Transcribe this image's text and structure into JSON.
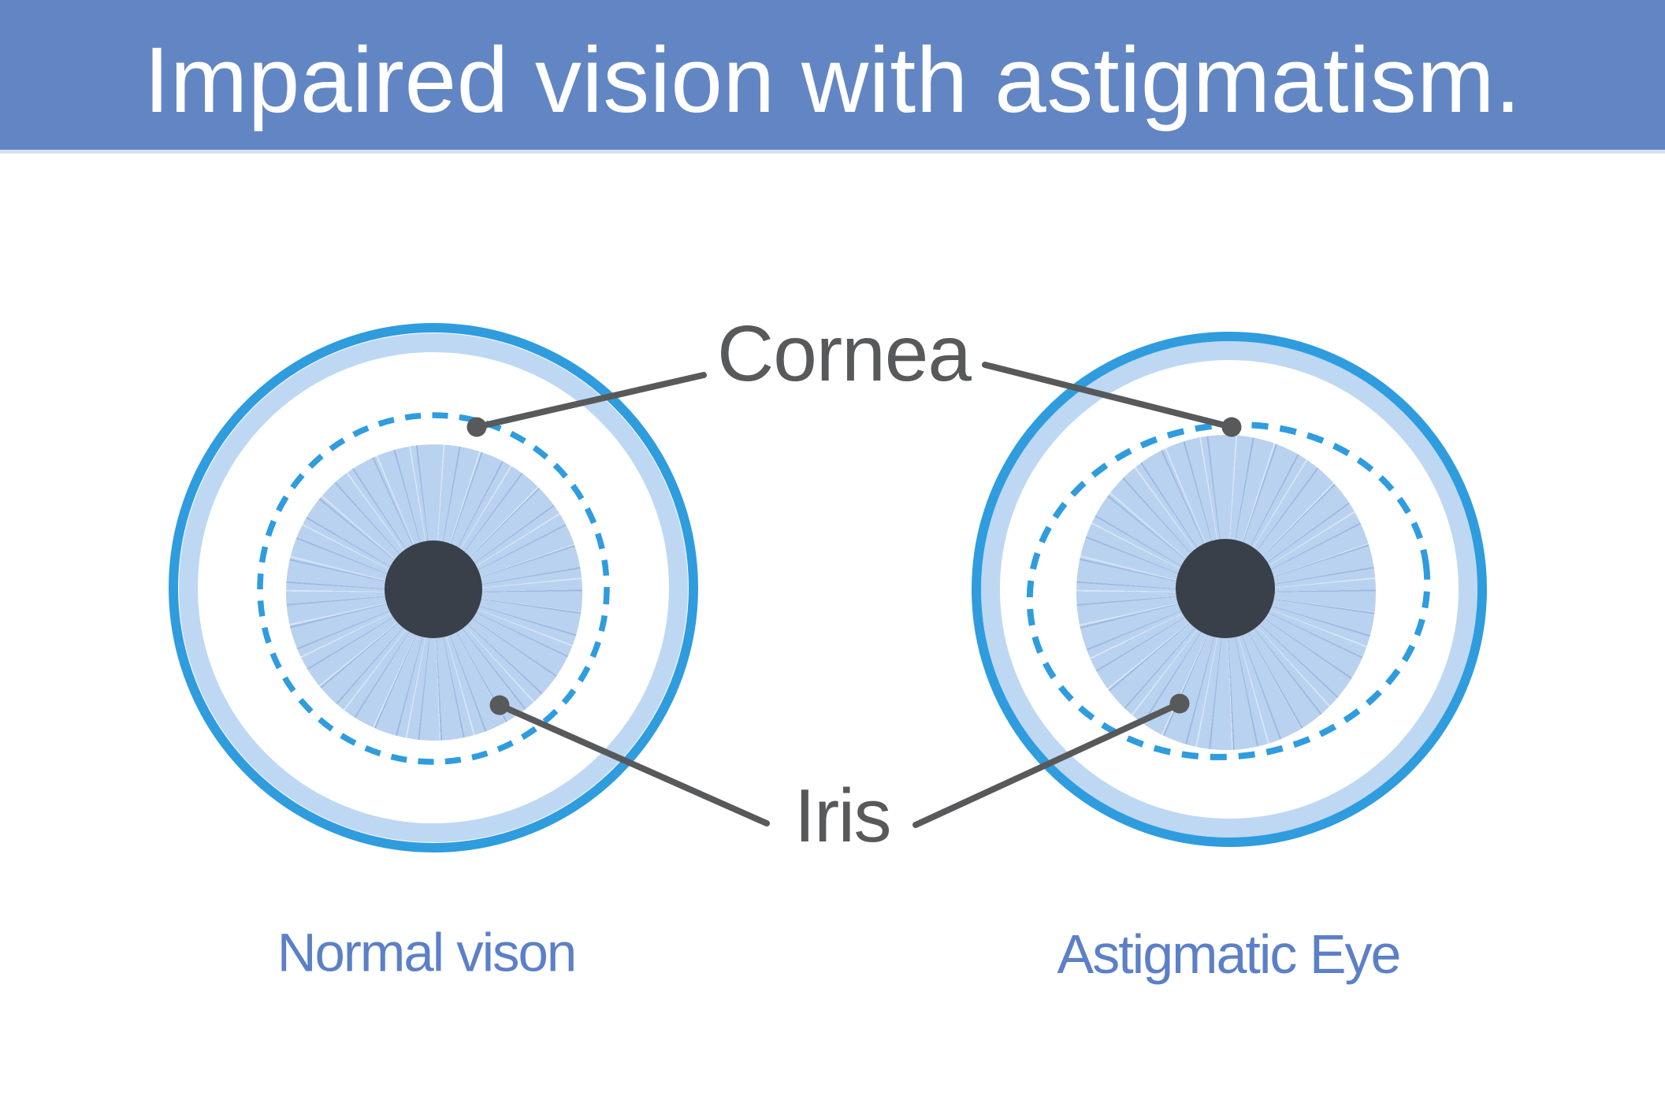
{
  "title": {
    "text": "Impaired vision with astigmatism."
  },
  "annotations": {
    "cornea": "Cornea",
    "iris": "Iris"
  },
  "captions": {
    "normal": "Normal vison",
    "astigmatic": "Astigmatic Eye"
  },
  "colors": {
    "banner_blue": "#6286C3",
    "banner_underline": "#D6E1F1",
    "title_text": "#FFFFFF",
    "accent_blue": "#2F9CDE",
    "ring_light_blue": "#BED8F3",
    "iris_base": "#B9D2EF",
    "iris_spoke": "#9FB8E0",
    "pupil_dark": "#394049",
    "leader_gray": "#58595B",
    "caption_blue": "#5C80C7"
  }
}
